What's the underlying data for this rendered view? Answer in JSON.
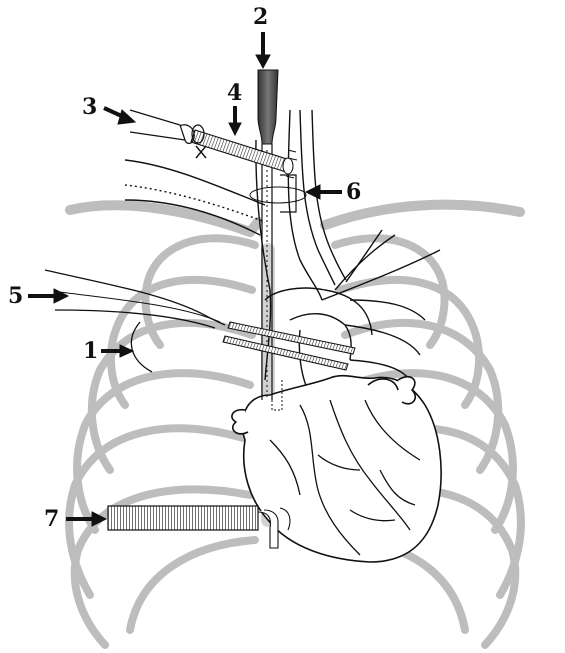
{
  "labels": [
    {
      "key": "n1",
      "text": "1"
    },
    {
      "key": "n2",
      "text": "2"
    },
    {
      "key": "n3",
      "text": "3"
    },
    {
      "key": "n4",
      "text": "4"
    },
    {
      "key": "n5",
      "text": "5"
    },
    {
      "key": "n6",
      "text": "6"
    },
    {
      "key": "n7",
      "text": "7"
    }
  ],
  "colors": {
    "ink": "#111111",
    "bone": "#bdbdbd",
    "background": "#ffffff"
  }
}
